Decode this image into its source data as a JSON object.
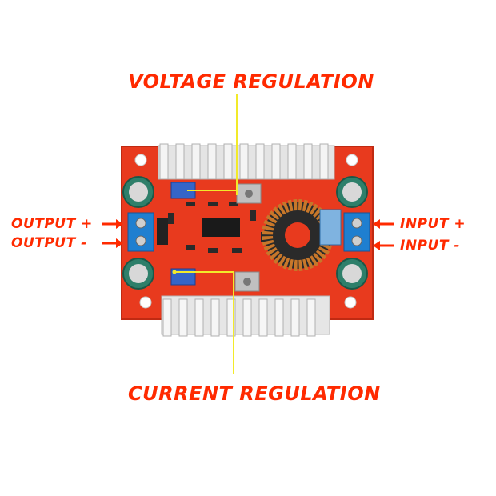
{
  "labels": {
    "voltage": "VOLTAGE REGULATION",
    "current": "CURRENT REGULATION",
    "output_plus": "OUTPUT +",
    "output_minus": "OUTPUT -",
    "input_plus": "INPUT +",
    "input_minus": "INPUT -"
  },
  "colors": {
    "label_red": "#ff2a00",
    "pcb_red": "#e83a1e",
    "pointer_yellow": "#f2ea2a",
    "terminal_blue": "#1f7fd0",
    "capacitor_teal": "#2e7f6a",
    "heatsink_silver": "#e4e4e4"
  }
}
